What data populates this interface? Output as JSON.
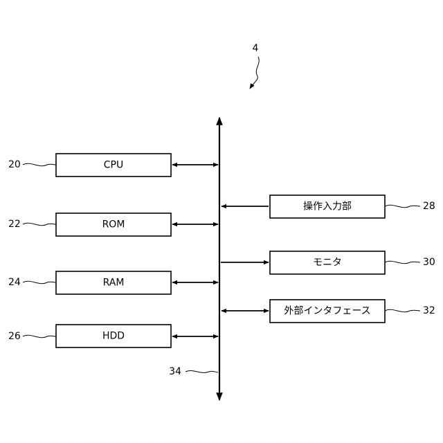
{
  "figure": {
    "ref": "4"
  },
  "bus": {
    "ref": "34"
  },
  "left_blocks": [
    {
      "ref": "20",
      "label": "CPU"
    },
    {
      "ref": "22",
      "label": "ROM"
    },
    {
      "ref": "24",
      "label": "RAM"
    },
    {
      "ref": "26",
      "label": "HDD"
    }
  ],
  "right_blocks": [
    {
      "ref": "28",
      "label": "操作入力部",
      "direction": "to-bus"
    },
    {
      "ref": "30",
      "label": "モニタ",
      "direction": "from-bus"
    },
    {
      "ref": "32",
      "label": "外部インタフェース",
      "direction": "bidirectional"
    }
  ]
}
